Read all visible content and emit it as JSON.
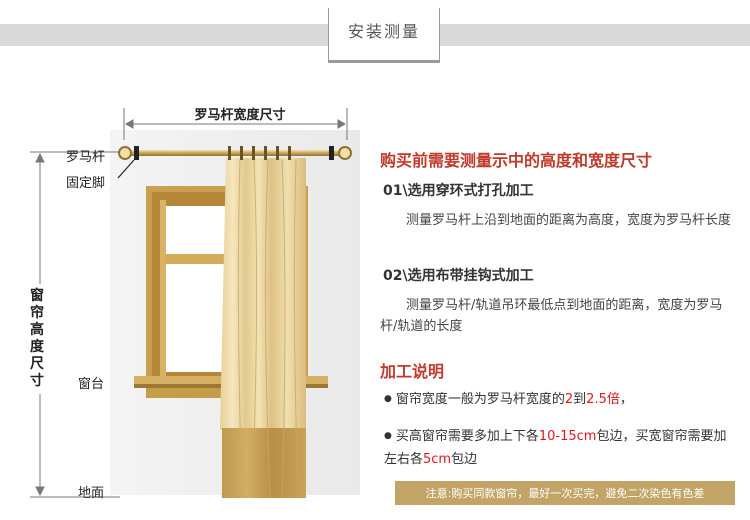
{
  "header": {
    "title": "安装测量"
  },
  "diagram": {
    "width_label": "罗马杆宽度尺寸",
    "rod_label": "罗马杆",
    "bracket_label": "固定脚",
    "height_label": "窗帘高度尺寸",
    "sill_label": "窗台",
    "floor_label": "地面"
  },
  "info": {
    "heading": "购买前需要测量示中的高度和宽度尺寸",
    "method1": {
      "title": "01\\选用穿环式打孔加工",
      "desc": "测量罗马杆上沿到地面的距离为高度，宽度为罗马杆长度"
    },
    "method2": {
      "title": "02\\选用布带挂钩式加工",
      "desc": "测量罗马杆/轨道吊环最低点到地面的距离，宽度为罗马杆/轨道的长度"
    },
    "processing_title": "加工说明",
    "bullet1": {
      "pre": "窗帘宽度一般为罗马杆宽度的",
      "v1": "2",
      "mid": "到",
      "v2": "2.5倍",
      "post": "，"
    },
    "bullet2": {
      "pre": "买高窗帘需要多加上下各",
      "v1": "10-15cm",
      "mid": "包边，买宽窗帘需要加左右各",
      "v2": "5cm",
      "post": "包边"
    },
    "note": "注意:购买同款窗帘，最好一次买完，避免二次染色有色差"
  },
  "colors": {
    "accent_red": "#c0392b",
    "highlight_red": "#e0161e",
    "note_bar": "#c2a467",
    "band_gray": "#d9d9d9"
  }
}
